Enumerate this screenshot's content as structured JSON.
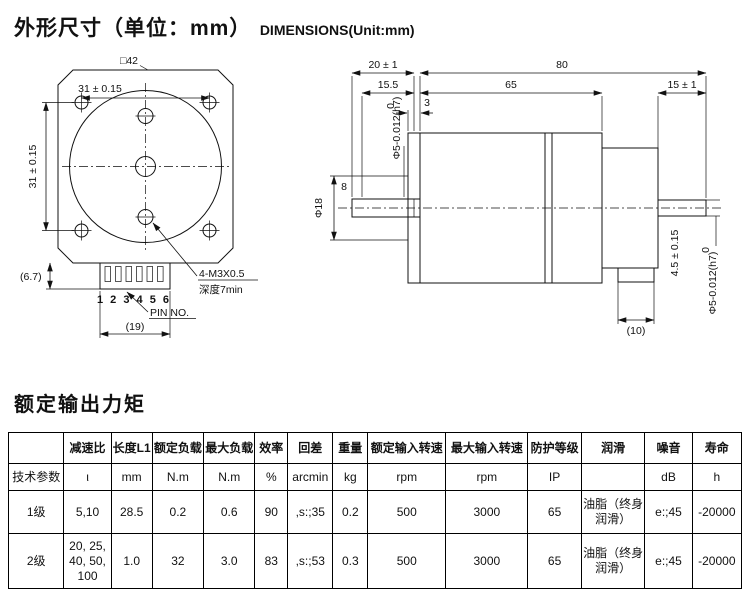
{
  "title": {
    "zh": "外形尺寸（单位：mm）",
    "en": "DIMENSIONS(Unit:mm)"
  },
  "section_title": "额定输出力矩",
  "drawing": {
    "front": {
      "square": "□42",
      "pitch_h": "31 ± 0.15",
      "pitch_v": "31 ± 0.15",
      "offset": "(6.7)",
      "pins": "1 2 3 4 5 6",
      "pin_label": "PIN NO.",
      "width_19": "(19)",
      "thread1": "4-M3X0.5",
      "thread2": "深度7min"
    },
    "side": {
      "dim20": "20 ± 1",
      "dim80": "80",
      "dim155": "15.5",
      "dim65": "65",
      "dim15": "15 ± 1",
      "dim3": "3",
      "phi5_left_zero": "0",
      "phi5_left": "Φ5-0.012(h7)",
      "phi18": "Φ18",
      "dim8": "8",
      "dim45": "4.5 ± 0.15",
      "phi5_right_zero": "0",
      "phi5_right": "Φ5-0.012(h7)",
      "dim10": "(10)"
    }
  },
  "table": {
    "headers": [
      "",
      "减速比",
      "长度L1",
      "额定负载",
      "最大负载",
      "效率",
      "回差",
      "重量",
      "额定输入转速",
      "最大输入转速",
      "防护等级",
      "润滑",
      "噪音",
      "寿命"
    ],
    "units": [
      "技术参数",
      "ι",
      "mm",
      "N.m",
      "N.m",
      "%",
      "arcmin",
      "kg",
      "rpm",
      "rpm",
      "IP",
      "",
      "dB",
      "h"
    ],
    "rows": [
      [
        "1级",
        "5,10",
        "28.5",
        "0.2",
        "0.6",
        "90",
        ",s:;35",
        "0.2",
        "500",
        "3000",
        "65",
        "油脂（终身润滑）",
        "e:;45",
        "-20000"
      ],
      [
        "2级",
        "20, 25, 40, 50, 100",
        "1.0",
        "32",
        "3.0",
        "83",
        ",s:;53",
        "0.3",
        "500",
        "3000",
        "65",
        "油脂（终身润滑）",
        "e:;45",
        "-20000"
      ]
    ]
  }
}
